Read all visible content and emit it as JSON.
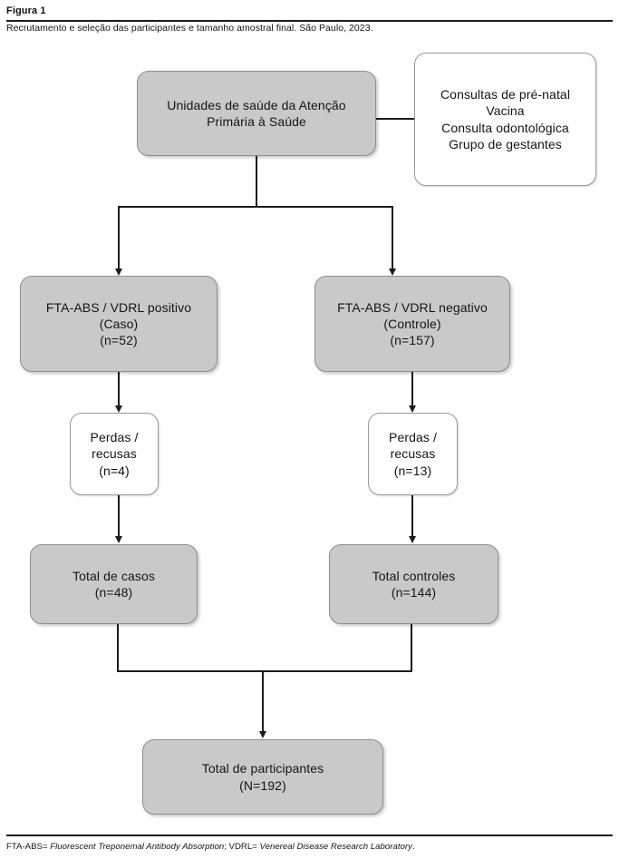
{
  "figure": {
    "label": "Figura 1",
    "caption": "Recrutamento e seleção das participantes e tamanho amostral final. São Paulo, 2023.",
    "footnote_prefix": "FTA-ABS= ",
    "footnote_italic_1": "Fluorescent Treponemal Antibody Absorption",
    "footnote_mid": "; VDRL= ",
    "footnote_italic_2": "Venereal Disease Research Laboratory",
    "footnote_end": "."
  },
  "colors": {
    "node_fill": "#c9c9c9",
    "node_border": "#8f8f8f",
    "outline_border": "#9a9a9a",
    "connector": "#1c1c1c",
    "rule": "#1b1b1b",
    "page_background": "#ffffff"
  },
  "chart_data": {
    "type": "diagram",
    "title": "Recrutamento e seleção das participantes e tamanho amostral final. São Paulo, 2023.",
    "nodes": [
      {
        "id": "source",
        "style": "filled",
        "lines": [
          "Unidades de saúde da Atenção",
          "Primária à Saúde"
        ]
      },
      {
        "id": "settings-note",
        "style": "outline",
        "lines": [
          "Consultas de pré-natal",
          "Vacina",
          "Consulta odontológica",
          "Grupo de gestantes"
        ]
      },
      {
        "id": "cases",
        "style": "filled",
        "lines": [
          "FTA-ABS / VDRL positivo",
          "(Caso)",
          "(n=52)"
        ],
        "n": 52
      },
      {
        "id": "controls",
        "style": "filled",
        "lines": [
          "FTA-ABS / VDRL negativo",
          "(Controle)",
          "(n=157)"
        ],
        "n": 157
      },
      {
        "id": "losses-cases",
        "style": "outline",
        "lines": [
          "Perdas /",
          "recusas",
          "(n=4)"
        ],
        "n": 4
      },
      {
        "id": "losses-ctrls",
        "style": "outline",
        "lines": [
          "Perdas /",
          "recusas",
          "(n=13)"
        ],
        "n": 13
      },
      {
        "id": "total-cases",
        "style": "filled",
        "lines": [
          "Total de casos",
          "(n=48)"
        ],
        "n": 48
      },
      {
        "id": "total-ctrls",
        "style": "filled",
        "lines": [
          "Total controles",
          "(n=144)"
        ],
        "n": 144
      },
      {
        "id": "total-all",
        "style": "filled",
        "lines": [
          "Total de participantes",
          "(N=192)"
        ],
        "n": 192
      }
    ],
    "edges": [
      {
        "from": "source",
        "to": "settings-note",
        "kind": "plain"
      },
      {
        "from": "source",
        "to": "cases",
        "kind": "arrow"
      },
      {
        "from": "source",
        "to": "controls",
        "kind": "arrow"
      },
      {
        "from": "cases",
        "to": "losses-cases",
        "kind": "arrow"
      },
      {
        "from": "controls",
        "to": "losses-ctrls",
        "kind": "arrow"
      },
      {
        "from": "losses-cases",
        "to": "total-cases",
        "kind": "arrow"
      },
      {
        "from": "losses-ctrls",
        "to": "total-ctrls",
        "kind": "arrow"
      },
      {
        "from": "total-cases",
        "to": "total-all",
        "kind": "arrow"
      },
      {
        "from": "total-ctrls",
        "to": "total-all",
        "kind": "arrow"
      }
    ]
  },
  "nodes": {
    "source": {
      "line1": "Unidades de saúde da Atenção",
      "line2": "Primária à Saúde"
    },
    "settings_note": {
      "line1": "Consultas de pré-natal",
      "line2": "Vacina",
      "line3": "Consulta odontológica",
      "line4": "Grupo de gestantes"
    },
    "cases": {
      "line1": "FTA-ABS / VDRL positivo",
      "line2": "(Caso)",
      "line3": "(n=52)"
    },
    "controls": {
      "line1": "FTA-ABS / VDRL negativo",
      "line2": "(Controle)",
      "line3": "(n=157)"
    },
    "losses_cases": {
      "line1": "Perdas /",
      "line2": "recusas",
      "line3": "(n=4)"
    },
    "losses_controls": {
      "line1": "Perdas /",
      "line2": "recusas",
      "line3": "(n=13)"
    },
    "total_cases": {
      "line1": "Total de casos",
      "line2": "(n=48)"
    },
    "total_controls": {
      "line1": "Total controles",
      "line2": "(n=144)"
    },
    "total_all": {
      "line1": "Total de participantes",
      "line2": "(N=192)"
    }
  }
}
